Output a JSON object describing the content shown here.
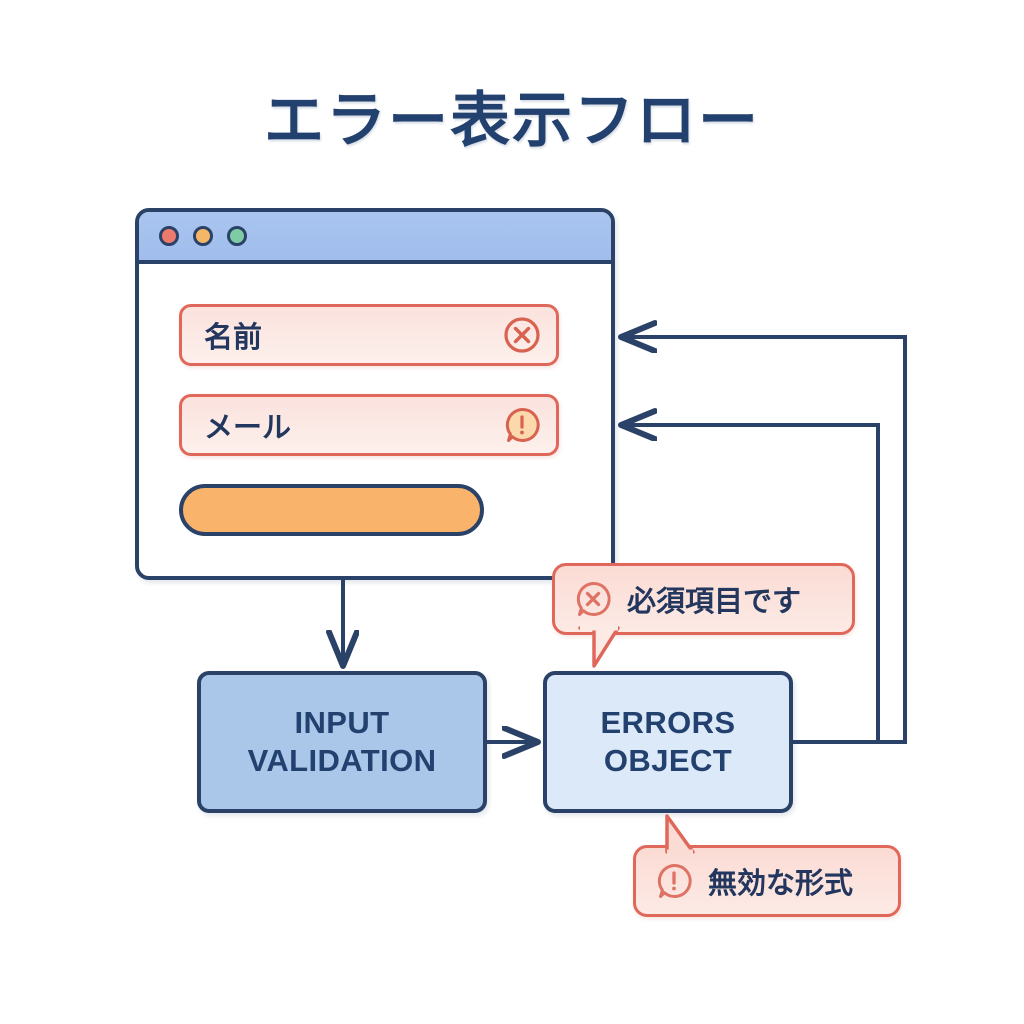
{
  "title": "エラー表示フロー",
  "colors": {
    "ink": "#2b4268",
    "title_ink": "#23416e",
    "error_red": "#e0685a",
    "field_fill": "#fbe2dd",
    "tooltip_fill": "#fbdbd4",
    "titlebar_blue": "#a9c4ef",
    "box_primary_fill": "#aac7ea",
    "box_secondary_fill": "#dce9f8",
    "button_orange": "#f9b36b",
    "dot_red": "#ec7b6d",
    "dot_yellow": "#f5b767",
    "dot_green": "#7fcba4",
    "background": "#ffffff"
  },
  "browser": {
    "titlebar": {
      "dots": [
        {
          "name": "close",
          "color": "#ec7b6d"
        },
        {
          "name": "minimize",
          "color": "#f5b767"
        },
        {
          "name": "maximize",
          "color": "#7fcba4"
        }
      ]
    },
    "fields": [
      {
        "id": "name",
        "label": "名前",
        "state": "error",
        "icon": "x-circle-icon"
      },
      {
        "id": "email",
        "label": "メール",
        "state": "warning",
        "icon": "exclamation-bubble-icon"
      }
    ],
    "submit_button": {
      "label": "",
      "color": "#f9b36b"
    }
  },
  "boxes": [
    {
      "id": "input-validation",
      "label": "INPUT\nVALIDATION",
      "fill": "#aac7ea"
    },
    {
      "id": "errors-object",
      "label": "ERRORS\nOBJECT",
      "fill": "#dce9f8"
    }
  ],
  "tooltips": [
    {
      "id": "required",
      "text": "必須項目です",
      "icon": "x-bubble-icon"
    },
    {
      "id": "invalid",
      "text": "無効な形式",
      "icon": "exclamation-bubble-icon"
    }
  ],
  "connectors": [
    {
      "id": "form-to-validation",
      "from": "browser-window",
      "to": "input-validation",
      "direction": "down"
    },
    {
      "id": "validation-to-errors",
      "from": "input-validation",
      "to": "errors-object",
      "direction": "right"
    },
    {
      "id": "errors-to-name-field",
      "from": "errors-object",
      "to": "field-name",
      "direction": "feedback-outer"
    },
    {
      "id": "errors-to-email-field",
      "from": "errors-object",
      "to": "field-email",
      "direction": "feedback-inner"
    }
  ]
}
